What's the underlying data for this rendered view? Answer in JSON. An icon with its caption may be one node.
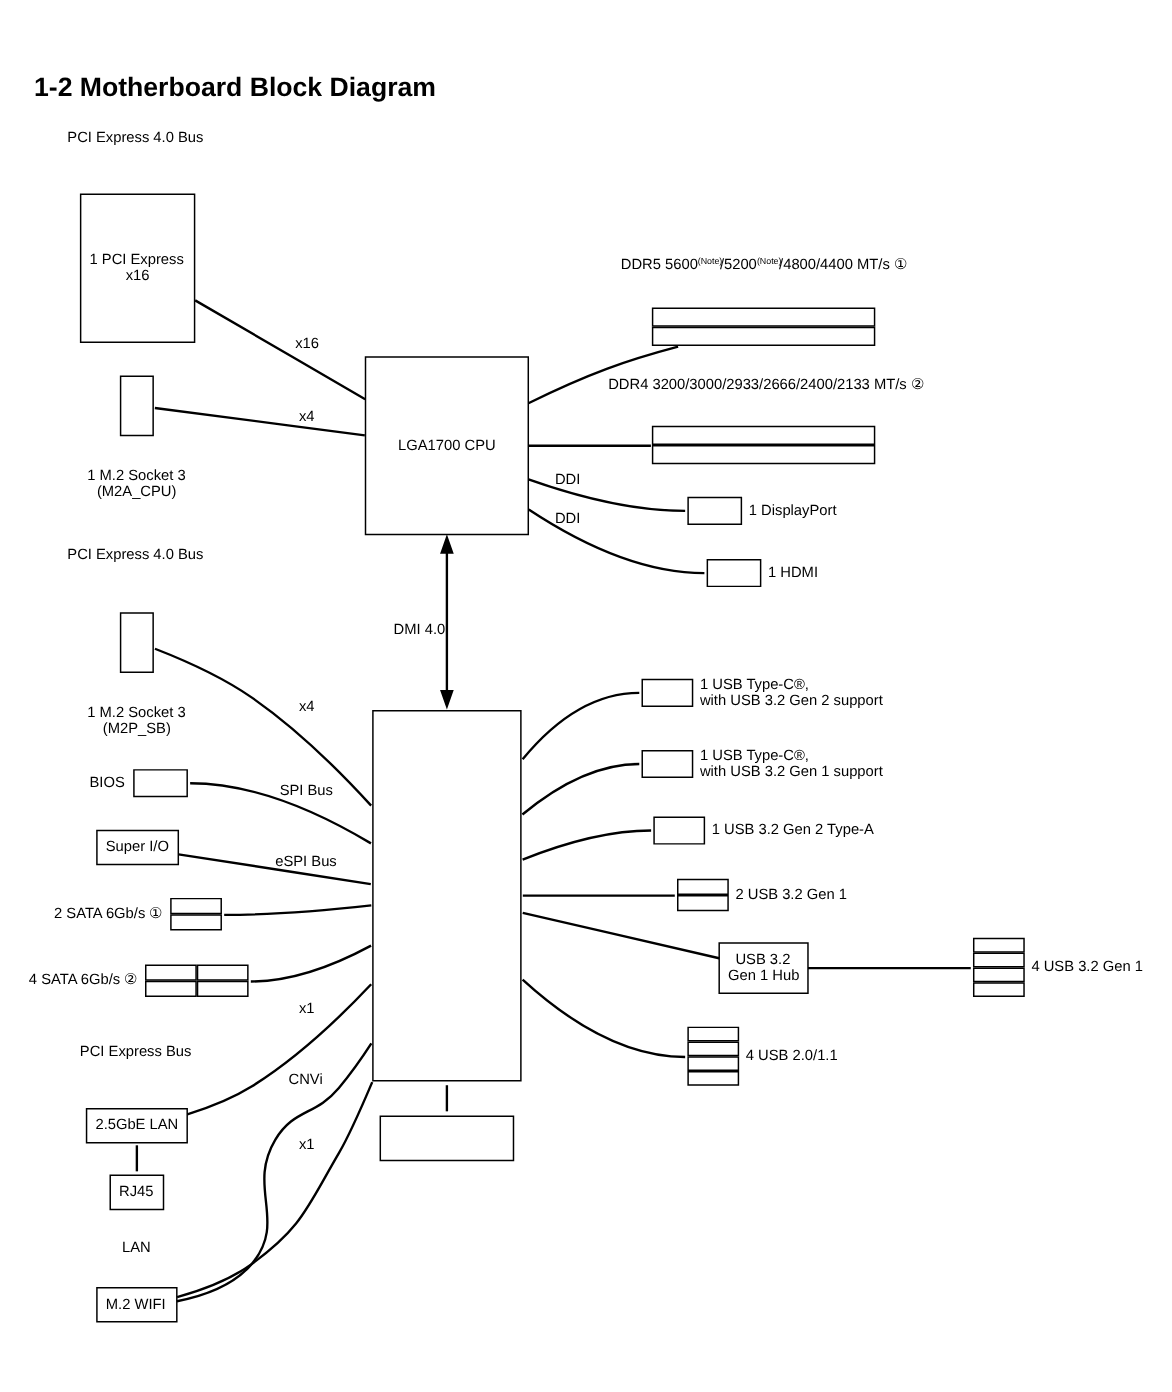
{
  "diagram": {
    "title": "1-2 Motherboard Block Diagram",
    "nodes": [
      {
        "text": [
          "1 PCI Express x16"
        ]
      },
      {
        "text": [],
        "shape": "box",
        "beside": [
          "1 M.2 Socket 3 (M2A_CPU)"
        ]
      },
      {
        "text": [
          "LGA1700 CPU"
        ]
      },
      {
        "text": [],
        "shape": "box",
        "beside": [
          "DDR5 5600$^{(Note)}$/5200$^{(Note)}$/4800/4400 MT/s ①"
        ]
      },
      {
        "text": [],
        "shape": "box",
        "beside": [
          "DDR4 3200/3000/2933/2666/2400/2133 MT/s ②"
        ]
      },
      {
        "text": [],
        "shape": "box",
        "beside": [
          "1 DisplayPort"
        ]
      },
      {
        "text": [],
        "shape": "box",
        "beside": [
          "1 HDMI"
        ]
      },
      {
        "text": [],
        "shape": "box",
        "beside": [
          "1 M.2 Socket 3 (M2P_SB)"
        ]
      },
      {
        "text": [],
        "shape": "box"
      },
      {
        "text": [],
        "shape": "box",
        "beside": [
          "BIOS"
        ]
      },
      {
        "text": [
          "Super I/O"
        ]
      },
      {
        "text": [],
        "shape": "box",
        "beside": [
          "2 SATA 6Gb/s ①"
        ]
      },
      {
        "text": [],
        "shape": "box",
        "beside": [
          "4 SATA 6Gb/s ②"
        ]
      },
      {
        "text": [],
        "shape": "box",
        "beside": [
          "1 USB Type-C®, with USB 3.2 Gen 2 support"
        ]
      },
      {
        "text": [],
        "shape": "box",
        "beside": [
          "1 USB Type-C®, with USB 3.2 Gen 1 support"
        ]
      },
      {
        "text": [],
        "shape": "box",
        "beside": [
          "1 USB 3.2 Gen 2 Type-A"
        ]
      },
      {
        "text": [],
        "shape": "box",
        "beside": [
          "2 USB 3.2 Gen 1"
        ]
      },
      {
        "text": [
          "USB 3.2 Gen 1 Hub"
        ]
      },
      {
        "text": [],
        "shape": "box",
        "beside": [
          "4 USB 3.2 Gen 1"
        ]
      },
      {
        "text": [],
        "shape": "box",
        "beside": [
          "4 USB 2.0/1.1"
        ]
      },
      {
        "text": [
          "2.5GbE LAN"
        ]
      },
      {
        "text": [
          "RJ45"
        ],
        "beside": [
          "LAN"
        ]
      },
      {
        "text": [
          "M.2 WIFI"
        ]
      },
      {
        "text": [],
        "shape": "box"
      }
    ],
    "edges": [
      {
        "from": 2,
        "to": 0,
        "arrow": "none",
        "label": "x16"
      },
      {
        "from": 2,
        "to": 1,
        "arrow": "none",
        "label": "x4"
      },
      {
        "from": 2,
        "to": 3,
        "arrow": "none"
      },
      {
        "from": 2,
        "to": 4,
        "arrow": "none"
      },
      {
        "from": 2,
        "to": 5,
        "arrow": "none",
        "label": "DDI"
      },
      {
        "from": 2,
        "to": 6,
        "arrow": "none",
        "label": "DDI"
      },
      {
        "from": 2,
        "to": 8,
        "arrow": "both",
        "label": "DMI 4.0"
      },
      {
        "from": 8,
        "to": 7,
        "arrow": "none",
        "label": "x4"
      },
      {
        "from": 8,
        "to": 9,
        "arrow": "none",
        "label": "SPI Bus"
      },
      {
        "from": 8,
        "to": 10,
        "arrow": "none",
        "label": "eSPI Bus"
      },
      {
        "from": 8,
        "to": 11,
        "arrow": "none"
      },
      {
        "from": 8,
        "to": 12,
        "arrow": "none"
      },
      {
        "from": 8,
        "to": 13,
        "arrow": "none"
      },
      {
        "from": 8,
        "to": 14,
        "arrow": "none"
      },
      {
        "from": 8,
        "to": 15,
        "arrow": "none"
      },
      {
        "from": 8,
        "to": 16,
        "arrow": "none"
      },
      {
        "from": 8,
        "to": 17,
        "arrow": "none"
      },
      {
        "from": 17,
        "to": 18,
        "arrow": "none"
      },
      {
        "from": 8,
        "to": 19,
        "arrow": "none"
      },
      {
        "from": 8,
        "to": 20,
        "arrow": "none",
        "label": "x1"
      },
      {
        "from": 8,
        "to": 22,
        "arrow": "none",
        "label": "x1"
      },
      {
        "from": 8,
        "to": 22,
        "arrow": "none",
        "label": "CNVi"
      },
      {
        "from": 20,
        "to": 21,
        "arrow": "none"
      },
      {
        "from": 8,
        "to": 23,
        "arrow": "none"
      }
    ],
    "labels": [
      "PCI Express 4.0 Bus",
      "PCI Express 4.0 Bus",
      "PCI Express Bus"
    ]
  }
}
